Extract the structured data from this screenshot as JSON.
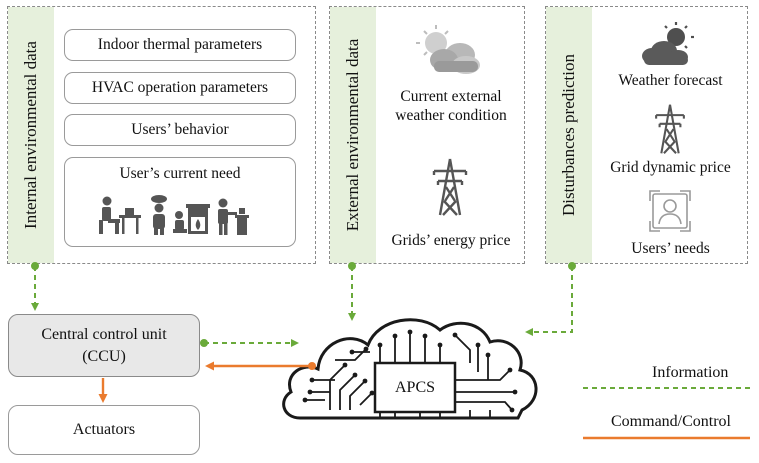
{
  "internal": {
    "title": "Internal environmental data",
    "items": [
      "Indoor thermal parameters",
      "HVAC operation parameters",
      "Users’ behavior"
    ],
    "need_label": "User’s current need"
  },
  "external": {
    "title": "External environmental data",
    "weather_label_1": "Current external",
    "weather_label_2": "weather condition",
    "price_label": "Grids’ energy price"
  },
  "disturbance": {
    "title": "Disturbances prediction",
    "forecast_label": "Weather forecast",
    "price_label": "Grid dynamic price",
    "needs_label": "Users’ needs"
  },
  "ccu": {
    "line1": "Central control unit",
    "line2": "(CCU)"
  },
  "actuators": {
    "label": "Actuators"
  },
  "apcs": {
    "label": "APCS"
  },
  "legend": {
    "information": "Information",
    "command": "Command/Control"
  },
  "colors": {
    "information": "#6aaa3a",
    "command": "#ea7b2e",
    "strip": "#e6f0dc",
    "icon": "#555555"
  }
}
